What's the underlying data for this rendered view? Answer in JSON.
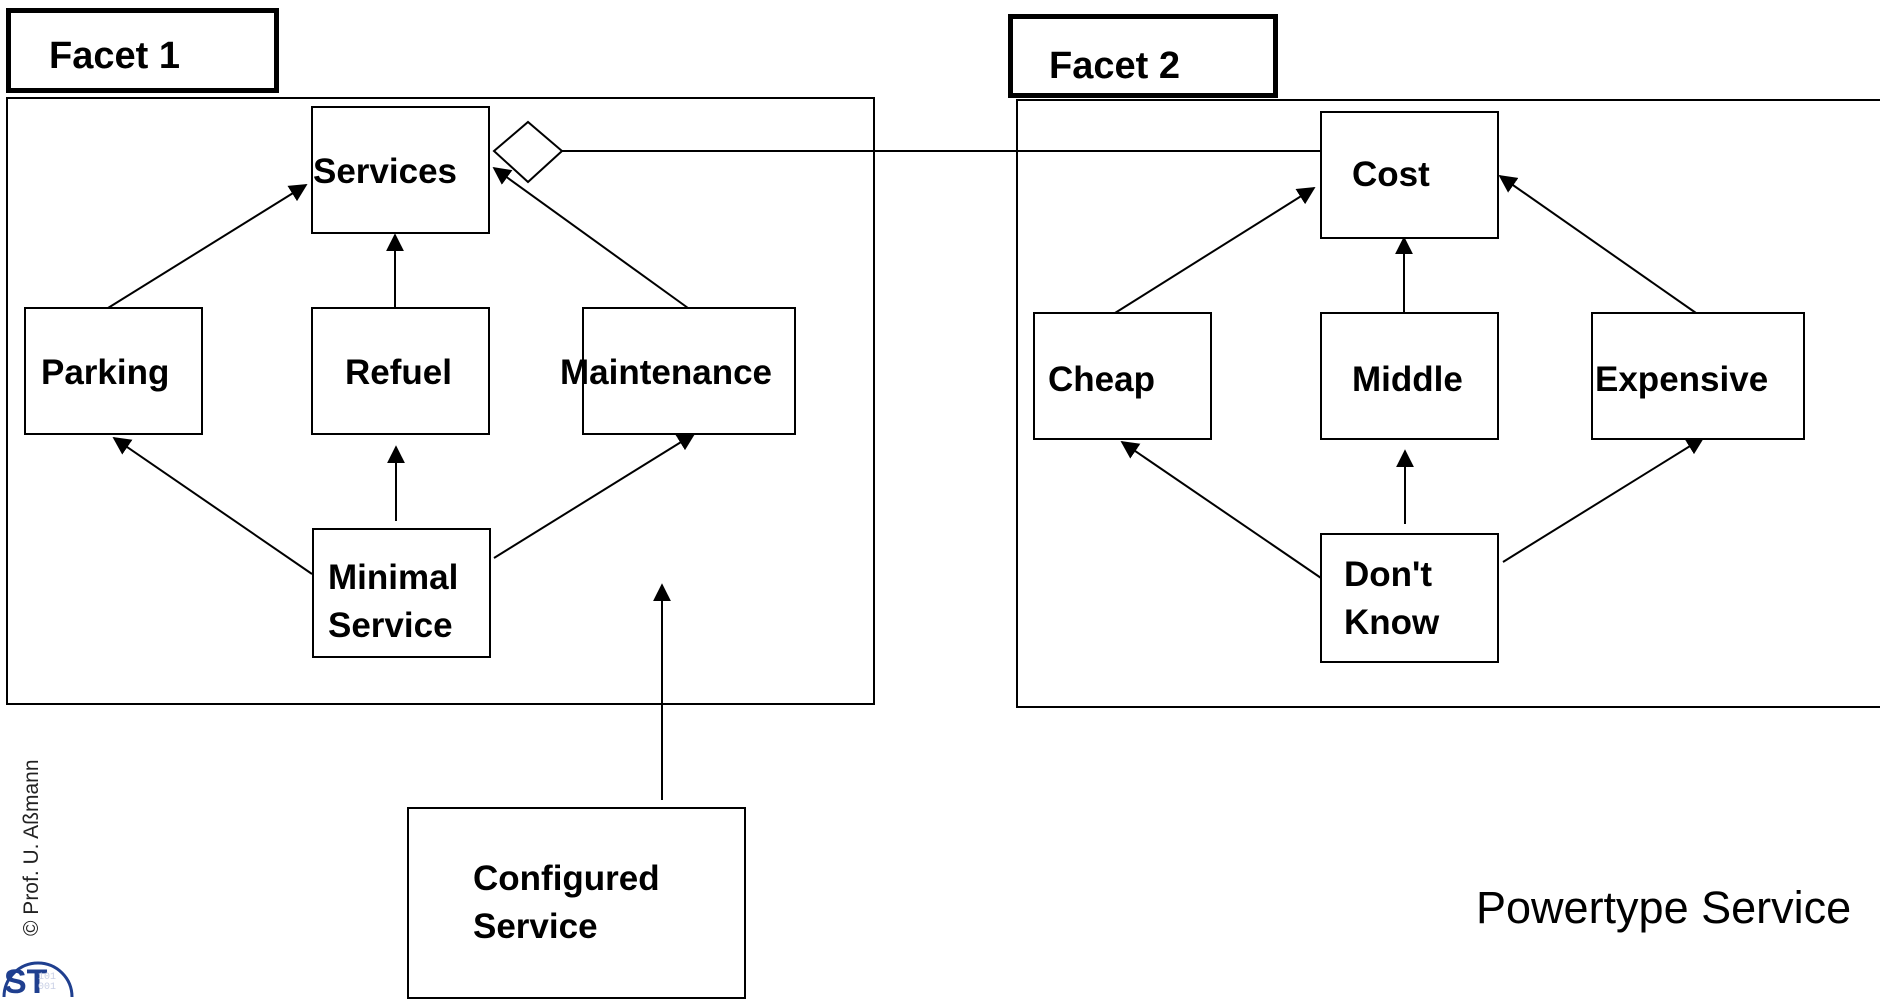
{
  "facets": [
    {
      "label": "Facet 1"
    },
    {
      "label": "Facet 2"
    }
  ],
  "facet1_nodes": {
    "services": "Services",
    "parking": "Parking",
    "refuel": "Refuel",
    "maintenance": "Maintenance",
    "minimal_service": "Minimal\nService"
  },
  "facet2_nodes": {
    "cost": "Cost",
    "cheap": "Cheap",
    "middle": "Middle",
    "expensive": "Expensive",
    "dont_know": "Don't\nKnow"
  },
  "configured_service": "Configured\nService",
  "caption": "Powertype Service",
  "copyright": "© Prof. U. Aßmann",
  "logo": {
    "letters": "ST",
    "color": "#1f3f8f"
  }
}
